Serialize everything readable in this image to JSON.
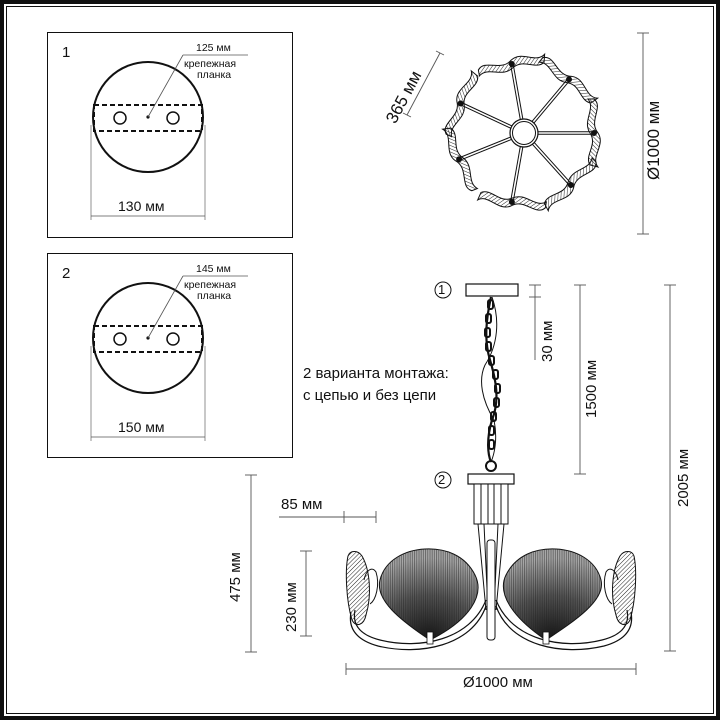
{
  "mount_1": {
    "number": "1",
    "plate_length": "125 мм",
    "plate_label_line1": "крепежная",
    "plate_label_line2": "планка",
    "canopy_diameter": "130 мм"
  },
  "mount_2": {
    "number": "2",
    "plate_length": "145 мм",
    "plate_label_line1": "крепежная",
    "plate_label_line2": "планка",
    "canopy_diameter": "150 мм"
  },
  "top_view": {
    "arm_length": "365 мм",
    "diameter": "Ø1000 мм",
    "arm_count": 7
  },
  "side_view": {
    "marker_1": "1",
    "marker_2": "2",
    "canopy_height": "30 мм",
    "chain_length": "1500 мм",
    "total_height": "2005 мм",
    "body_height": "475 мм",
    "shade_height": "230 мм",
    "offset": "85 мм",
    "diameter": "Ø1000 мм"
  },
  "note": {
    "line1": "2 варианта монтажа:",
    "line2": "с цепью и без цепи"
  },
  "colors": {
    "line": "#111111",
    "dimension": "#555555",
    "background": "#ffffff"
  }
}
